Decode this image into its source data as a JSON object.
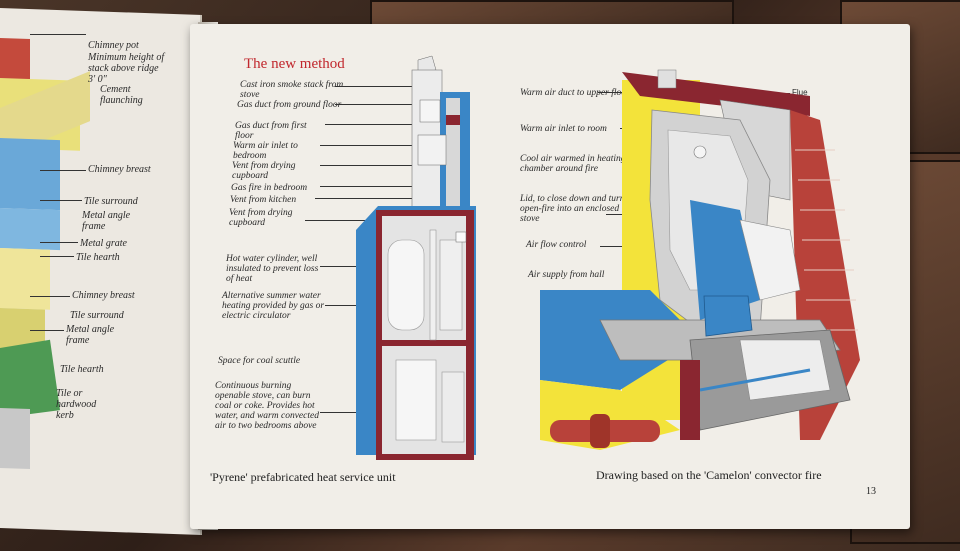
{
  "title": "The new method",
  "left_labels": {
    "chimney_pot": "Chimney pot",
    "min_height": "Minimum height of stack above ridge 3' 0\"",
    "cement": "Cement flaunching",
    "chimney_breast_1": "Chimney breast",
    "tile_surround_1": "Tile surround",
    "metal_angle_1": "Metal angle frame",
    "metal_grate": "Metal grate",
    "tile_hearth_1": "Tile hearth",
    "chimney_breast_2": "Chimney breast",
    "tile_surround_2": "Tile surround",
    "metal_angle_2": "Metal angle frame",
    "tile_hearth_2": "Tile hearth",
    "kerb": "Tile or hardwood kerb"
  },
  "middle_labels": {
    "smoke_stack": "Cast iron smoke stack from stove",
    "gas_duct_ground": "Gas duct from ground floor",
    "gas_duct_first": "Gas duct from first floor",
    "warm_air_bedroom": "Warm air inlet to bedroom",
    "vent_drying_top": "Vent from drying cupboard",
    "gas_fire": "Gas fire in bedroom",
    "vent_kitchen": "Vent from kitchen",
    "vent_drying": "Vent from drying cupboard",
    "hot_water": "Hot water cylinder, well insulated to prevent loss of heat",
    "alt_summer": "Alternative summer water heating provided by gas or electric circulator",
    "coal_scuttle": "Space for coal scuttle",
    "continuous": "Continuous burning openable stove, can burn coal or coke. Provides hot water, and warm convected air to two bedrooms above"
  },
  "right_labels": {
    "flue": "Flue",
    "warm_air_upper": "Warm air duct to upper floor",
    "warm_air_room": "Warm air inlet to room",
    "cool_air": "Cool air warmed in heating chamber around fire",
    "lid": "Lid, to close down and turn open-fire into an enclosed stove",
    "air_flow": "Air flow control",
    "air_supply": "Air supply from hall"
  },
  "captions": {
    "pyrene": "'Pyrene' prefabricated heat service unit",
    "camelon": "Drawing based on the 'Camelon' convector fire"
  },
  "page_number": "13",
  "colors": {
    "accent_red": "#c1272d",
    "blue": "#3a86c6",
    "yellow": "#f3e33a",
    "brick": "#b8423a",
    "grey": "#cfcfcf",
    "maroon": "#8a2630"
  }
}
